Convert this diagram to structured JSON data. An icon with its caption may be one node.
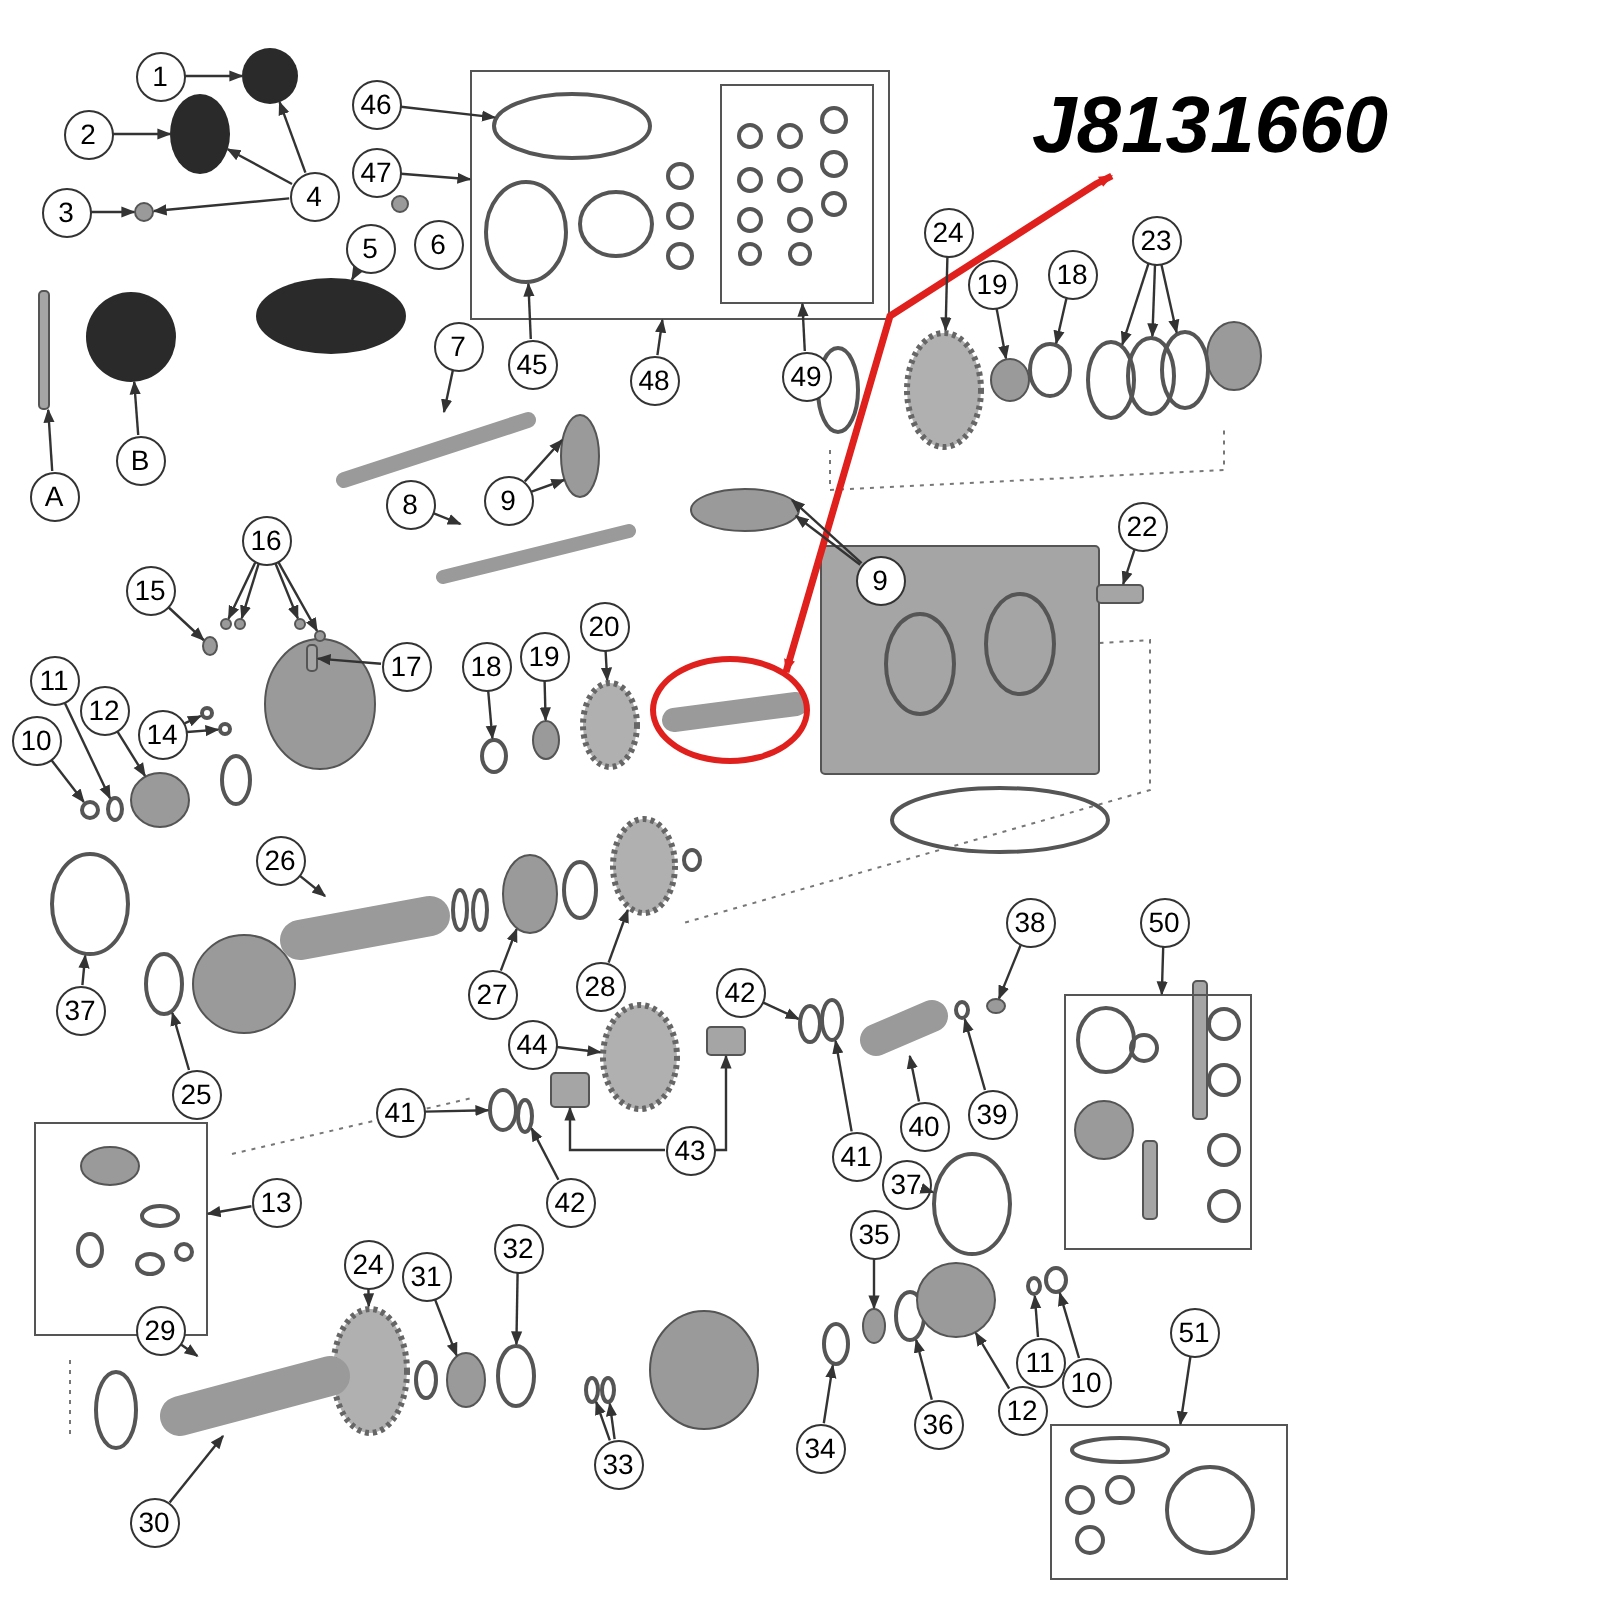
{
  "diagram": {
    "nodes": [
      {
        "text": [
          "1"
        ]
      },
      {
        "text": [
          "2"
        ]
      },
      {
        "text": [
          "3"
        ]
      },
      {
        "text": [
          "4"
        ]
      },
      {
        "text": [],
        "shape": "box"
      },
      {
        "text": [],
        "shape": "box",
        "in": 4
      },
      {
        "text": [
          "46"
        ]
      },
      {
        "text": [
          "47"
        ]
      },
      {
        "text": [
          "J8131660"
        ]
      },
      {
        "text": [
          "5"
        ]
      },
      {
        "text": [
          "6"
        ]
      },
      {
        "text": [
          "7"
        ]
      },
      {
        "text": [
          "45"
        ]
      },
      {
        "text": [
          "48"
        ]
      },
      {
        "text": [
          "49"
        ]
      },
      {
        "text": [
          "24"
        ]
      },
      {
        "text": [
          "19"
        ]
      },
      {
        "text": [
          "18"
        ]
      },
      {
        "text": [
          "23"
        ]
      },
      {
        "text": [
          "A"
        ]
      },
      {
        "text": [
          "B"
        ]
      },
      {
        "text": [
          "8"
        ]
      },
      {
        "text": [
          "9"
        ]
      },
      {
        "text": [
          "9"
        ]
      },
      {
        "text": [
          "22"
        ]
      },
      {
        "text": [
          "16"
        ]
      },
      {
        "text": [
          "15"
        ]
      },
      {
        "text": [
          "17"
        ]
      },
      {
        "text": [
          "11"
        ]
      },
      {
        "text": [
          "12"
        ]
      },
      {
        "text": [
          "10"
        ]
      },
      {
        "text": [
          "14"
        ]
      },
      {
        "text": [
          "18"
        ]
      },
      {
        "text": [
          "19"
        ]
      },
      {
        "text": [
          "20"
        ]
      },
      {
        "text": [],
        "shape": "circle"
      },
      {
        "text": [
          "26"
        ]
      },
      {
        "text": [
          "37"
        ]
      },
      {
        "text": [
          "27"
        ]
      },
      {
        "text": [
          "28"
        ]
      },
      {
        "text": [
          "38"
        ]
      },
      {
        "text": [
          "42"
        ]
      },
      {
        "text": [
          "50"
        ]
      },
      {
        "text": [],
        "shape": "box"
      },
      {
        "text": [
          "44"
        ]
      },
      {
        "text": [
          "25"
        ]
      },
      {
        "text": [
          "41"
        ]
      },
      {
        "text": [
          "40"
        ]
      },
      {
        "text": [
          "39"
        ]
      },
      {
        "text": [
          "41"
        ]
      },
      {
        "text": [
          "42"
        ]
      },
      {
        "text": [
          "43"
        ]
      },
      {
        "text": [
          "13"
        ]
      },
      {
        "text": [],
        "shape": "box"
      },
      {
        "text": [
          "37"
        ]
      },
      {
        "text": [
          "24"
        ]
      },
      {
        "text": [
          "31"
        ]
      },
      {
        "text": [
          "32"
        ]
      },
      {
        "text": [
          "35"
        ]
      },
      {
        "text": [
          "29"
        ]
      },
      {
        "text": [
          "33"
        ]
      },
      {
        "text": [
          "30"
        ]
      },
      {
        "text": [
          "34"
        ]
      },
      {
        "text": [
          "36"
        ]
      },
      {
        "text": [
          "12"
        ]
      },
      {
        "text": [
          "11"
        ]
      },
      {
        "text": [
          "10"
        ]
      },
      {
        "text": [
          "51"
        ]
      },
      {
        "text": [],
        "shape": "box"
      },
      {
        "text": [],
        "shape": "circle"
      },
      {
        "text": [],
        "shape": "circle"
      },
      {
        "text": [],
        "shape": "circle"
      },
      {
        "text": [],
        "shape": "circle",
        "in": 4
      },
      {
        "text": [],
        "shape": "circle",
        "in": 4
      },
      {
        "text": [],
        "shape": "circle"
      },
      {
        "text": [],
        "shape": "bar"
      },
      {
        "text": [],
        "shape": "circle"
      },
      {
        "text": [],
        "shape": "circle"
      },
      {
        "text": [],
        "shape": "circle"
      },
      {
        "text": [],
        "shape": "circle"
      },
      {
        "text": [],
        "shape": "circle"
      },
      {
        "text": [],
        "shape": "circle"
      },
      {
        "text": [],
        "shape": "box"
      },
      {
        "text": [],
        "shape": "circle"
      },
      {
        "text": [],
        "shape": "bar"
      },
      {
        "text": [],
        "shape": "circle"
      },
      {
        "text": [],
        "shape": "circle"
      },
      {
        "text": [],
        "shape": "box"
      },
      {
        "text": [],
        "shape": "circle"
      },
      {
        "text": [],
        "shape": "circle"
      },
      {
        "text": [],
        "shape": "circle"
      },
      {
        "text": [],
        "shape": "circle"
      },
      {
        "text": [],
        "shape": "circle"
      },
      {
        "text": [],
        "shape": "box"
      },
      {
        "text": [],
        "shape": "circle"
      },
      {
        "text": [],
        "shape": "circle"
      },
      {
        "text": [],
        "shape": "circle"
      },
      {
        "text": [],
        "shape": "circle"
      },
      {
        "text": [],
        "shape": "circle"
      },
      {
        "text": [],
        "shape": "circle"
      },
      {
        "text": [],
        "shape": "circle"
      },
      {
        "text": [],
        "shape": "circle"
      },
      {
        "text": [],
        "shape": "bar"
      },
      {
        "text": [],
        "shape": "circle"
      },
      {
        "text": [],
        "shape": "circle"
      },
      {
        "text": [],
        "shape": "circle"
      },
      {
        "text": [],
        "shape": "circle"
      },
      {
        "text": [],
        "shape": "circle"
      },
      {
        "text": [],
        "shape": "circle"
      },
      {
        "text": [],
        "shape": "circle"
      },
      {
        "text": [],
        "shape": "bar"
      },
      {
        "text": [],
        "shape": "circle"
      },
      {
        "text": [],
        "shape": "circle"
      },
      {
        "text": [],
        "shape": "circle"
      },
      {
        "text": [],
        "shape": "circle"
      },
      {
        "text": [],
        "shape": "box"
      },
      {
        "text": [],
        "shape": "box"
      },
      {
        "text": [],
        "shape": "circle"
      },
      {
        "text": [],
        "shape": "circle"
      },
      {
        "text": [],
        "shape": "circle"
      },
      {
        "text": [],
        "shape": "circle"
      },
      {
        "text": [],
        "shape": "circle"
      },
      {
        "text": [],
        "shape": "bar"
      },
      {
        "text": [],
        "shape": "circle"
      },
      {
        "text": [],
        "shape": "circle"
      },
      {
        "text": [],
        "shape": "circle"
      },
      {
        "text": [],
        "shape": "circle"
      },
      {
        "text": [],
        "shape": "circle"
      },
      {
        "text": [],
        "shape": "circle"
      },
      {
        "text": [],
        "shape": "circle"
      }
    ],
    "edges": [
      {
        "from": 0,
        "to": 69,
        "arrow": "to"
      },
      {
        "from": 1,
        "to": 70,
        "arrow": "to"
      },
      {
        "from": 2,
        "to": 71,
        "arrow": "to"
      },
      {
        "from": 3,
        "to": 69,
        "arrow": "to"
      },
      {
        "from": 3,
        "to": 70,
        "arrow": "to"
      },
      {
        "from": 3,
        "to": 71,
        "arrow": "to"
      },
      {
        "from": 6,
        "to": 72,
        "arrow": "to"
      },
      {
        "from": 7,
        "to": 4,
        "arrow": "to"
      },
      {
        "from": 8,
        "to": 35,
        "arrow": "both",
        "color": "#e0201c",
        "style": "thick"
      },
      {
        "from": 9,
        "to": 74,
        "arrow": "to"
      },
      {
        "from": 11,
        "to": 75,
        "arrow": "to"
      },
      {
        "from": 12,
        "to": 73,
        "arrow": "to"
      },
      {
        "from": 13,
        "to": 4,
        "arrow": "to"
      },
      {
        "from": 14,
        "to": 5,
        "arrow": "to"
      },
      {
        "from": 15,
        "to": 76,
        "arrow": "to"
      },
      {
        "from": 16,
        "to": 77,
        "arrow": "to"
      },
      {
        "from": 17,
        "to": 78,
        "arrow": "to"
      },
      {
        "from": 18,
        "to": 79,
        "arrow": "to"
      },
      {
        "from": 18,
        "to": 80,
        "arrow": "to"
      },
      {
        "from": 18,
        "to": 81,
        "arrow": "to"
      },
      {
        "from": 19,
        "to": 82,
        "arrow": "to"
      },
      {
        "from": 20,
        "to": 83,
        "arrow": "to"
      },
      {
        "from": 21,
        "to": 84,
        "arrow": "to"
      },
      {
        "from": 22,
        "to": 85,
        "arrow": "to"
      },
      {
        "from": 22,
        "to": 85,
        "arrow": "to"
      },
      {
        "from": 23,
        "to": 86,
        "arrow": "to"
      },
      {
        "from": 23,
        "to": 86,
        "arrow": "to"
      },
      {
        "from": 24,
        "to": 87,
        "arrow": "to"
      },
      {
        "from": 25,
        "to": 88,
        "arrow": "to"
      },
      {
        "from": 25,
        "to": 89,
        "arrow": "to"
      },
      {
        "from": 25,
        "to": 90,
        "arrow": "to"
      },
      {
        "from": 25,
        "to": 91,
        "arrow": "to"
      },
      {
        "from": 26,
        "to": 92,
        "arrow": "to"
      },
      {
        "from": 27,
        "to": 93,
        "arrow": "to"
      },
      {
        "from": 28,
        "to": 94,
        "arrow": "to"
      },
      {
        "from": 29,
        "to": 95,
        "arrow": "to"
      },
      {
        "from": 30,
        "to": 96,
        "arrow": "to"
      },
      {
        "from": 31,
        "to": 97,
        "arrow": "to"
      },
      {
        "from": 31,
        "to": 98,
        "arrow": "to"
      },
      {
        "from": 32,
        "to": 99,
        "arrow": "to"
      },
      {
        "from": 33,
        "to": 100,
        "arrow": "to"
      },
      {
        "from": 34,
        "to": 101,
        "arrow": "to"
      },
      {
        "from": 36,
        "to": 102,
        "arrow": "to"
      },
      {
        "from": 37,
        "to": 103,
        "arrow": "to"
      },
      {
        "from": 38,
        "to": 104,
        "arrow": "to"
      },
      {
        "from": 39,
        "to": 105,
        "arrow": "to"
      },
      {
        "from": 40,
        "to": 106,
        "arrow": "to"
      },
      {
        "from": 41,
        "to": 107,
        "arrow": "to"
      },
      {
        "from": 42,
        "to": 43,
        "arrow": "to"
      },
      {
        "from": 44,
        "to": 108,
        "arrow": "to"
      },
      {
        "from": 45,
        "to": 109,
        "arrow": "to"
      },
      {
        "from": 46,
        "to": 110,
        "arrow": "to"
      },
      {
        "from": 47,
        "to": 111,
        "arrow": "to"
      },
      {
        "from": 48,
        "to": 112,
        "arrow": "to"
      },
      {
        "from": 49,
        "to": 113,
        "arrow": "to"
      },
      {
        "from": 50,
        "to": 114,
        "arrow": "to"
      },
      {
        "from": 51,
        "to": 115,
        "arrow": "to"
      },
      {
        "from": 51,
        "to": 116,
        "arrow": "to"
      },
      {
        "from": 52,
        "to": 53,
        "arrow": "to"
      },
      {
        "from": 54,
        "to": 117,
        "arrow": "to"
      },
      {
        "from": 55,
        "to": 118,
        "arrow": "to"
      },
      {
        "from": 56,
        "to": 119,
        "arrow": "to"
      },
      {
        "from": 57,
        "to": 120,
        "arrow": "to"
      },
      {
        "from": 58,
        "to": 121,
        "arrow": "to"
      },
      {
        "from": 59,
        "to": 122,
        "arrow": "to"
      },
      {
        "from": 60,
        "to": 123,
        "arrow": "to"
      },
      {
        "from": 60,
        "to": 124,
        "arrow": "to"
      },
      {
        "from": 61,
        "to": 122,
        "arrow": "to"
      },
      {
        "from": 62,
        "to": 125,
        "arrow": "to"
      },
      {
        "from": 63,
        "to": 126,
        "arrow": "to"
      },
      {
        "from": 64,
        "to": 127,
        "arrow": "to"
      },
      {
        "from": 65,
        "to": 128,
        "arrow": "to"
      },
      {
        "from": 66,
        "to": 129,
        "arrow": "to"
      },
      {
        "from": 67,
        "to": 68,
        "arrow": "to"
      }
    ]
  }
}
